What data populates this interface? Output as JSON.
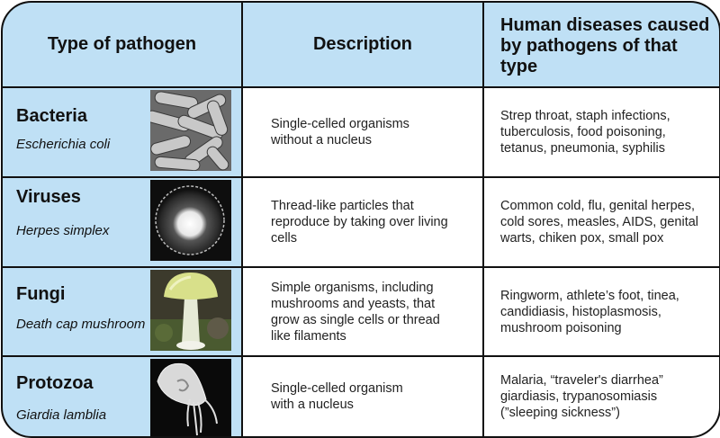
{
  "table": {
    "headers": {
      "type": "Type of pathogen",
      "description": "Description",
      "diseases": "Human diseases caused\nby pathogens of that\ntype"
    },
    "rows": [
      {
        "type": "Bacteria",
        "example": "Escherichia coli",
        "image": "bacteria-micrograph",
        "description": "Single-celled organisms\nwithout a nucleus",
        "diseases": "Strep throat, staph infections,\ntuberculosis, food poisoning,\ntetanus, pneumonia, syphilis"
      },
      {
        "type": "Viruses",
        "example": "Herpes simplex",
        "image": "virus-micrograph",
        "description": "Thread-like particles that\nreproduce by taking over living\ncells",
        "diseases": "Common cold, flu, genital herpes,\ncold sores, measles, AIDS, genital\nwarts, chiken pox, small pox"
      },
      {
        "type": "Fungi",
        "example": "Death cap mushroom",
        "image": "mushroom-photo",
        "description": "Simple organisms, including\nmushrooms and yeasts, that\ngrow as single cells or thread\nlike filaments",
        "diseases": "Ringworm, athlete’s foot, tinea,\ncandidiasis, histoplasmosis,\nmushroom poisoning"
      },
      {
        "type": "Protozoa",
        "example": "Giardia lamblia",
        "image": "protozoa-micrograph",
        "description": "Single-celled organism\nwith a nucleus",
        "diseases": "Malaria, “traveler's diarrhea”\ngiardiasis, trypanosomiasis\n(”sleeping sickness”)"
      }
    ]
  },
  "colors": {
    "header_bg": "#bfe0f5",
    "type_col_bg": "#bfe0f5",
    "border": "#111111",
    "body_bg": "#ffffff"
  }
}
